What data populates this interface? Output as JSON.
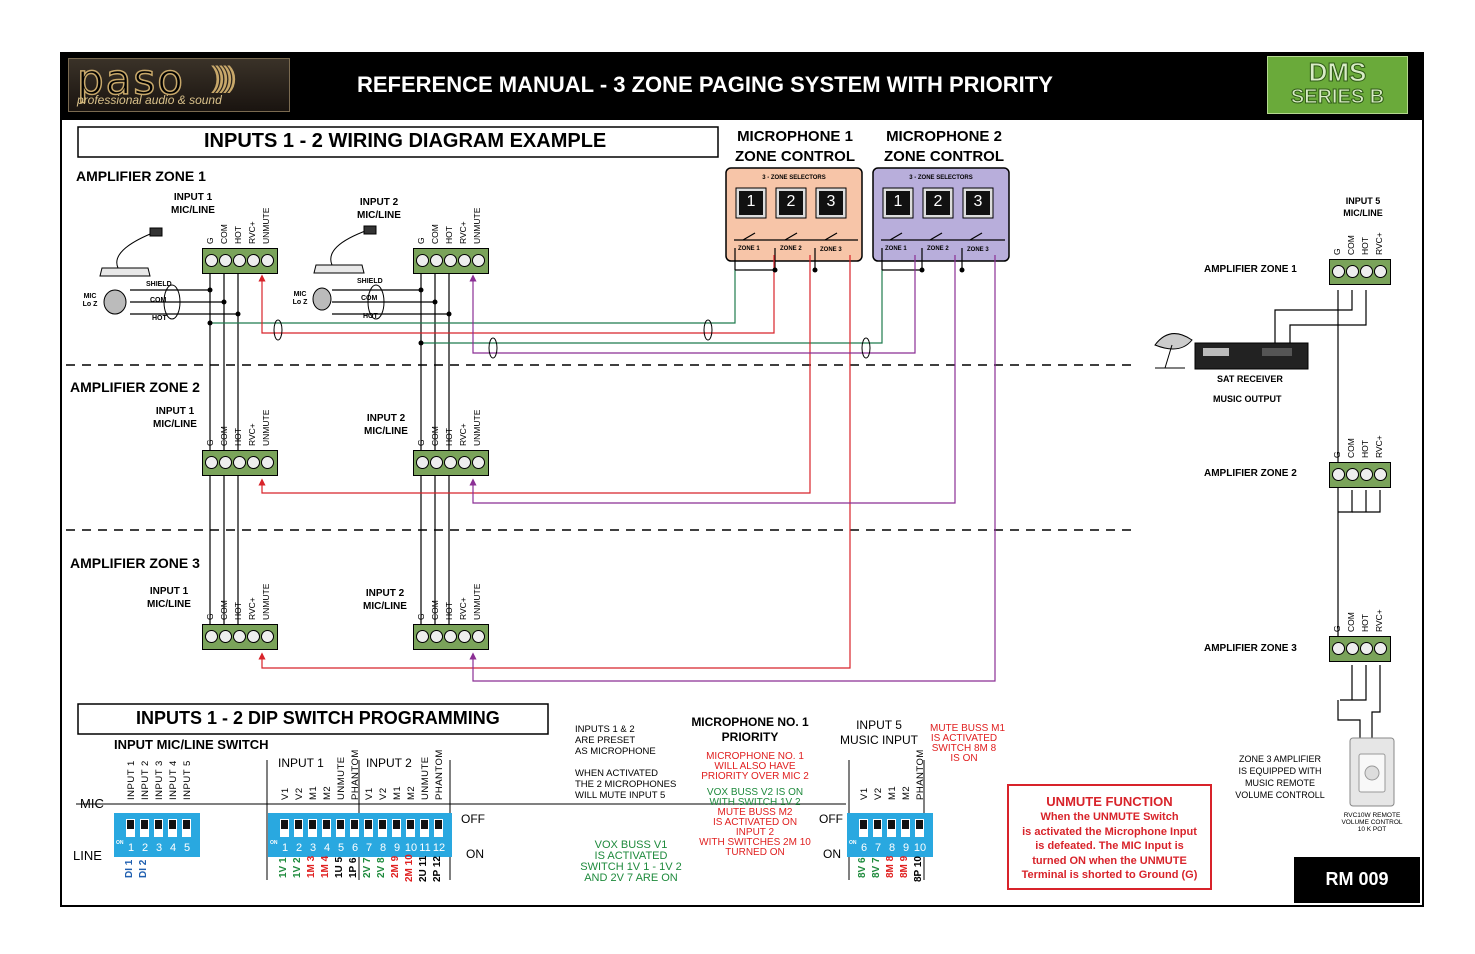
{
  "header": {
    "logo_text": "paso",
    "logo_sub": "professional audio & sound",
    "title": "REFERENCE MANUAL - 3 ZONE PAGING SYSTEM WITH PRIORITY",
    "badge_line1": "DMS",
    "badge_line2": "SERIES B"
  },
  "wiring": {
    "title": "INPUTS 1 - 2 WIRING DIAGRAM EXAMPLE",
    "zone1": "AMPLIFIER ZONE 1",
    "zone2": "AMPLIFIER ZONE 2",
    "zone3": "AMPLIFIER ZONE 3",
    "input1": "INPUT 1",
    "input2": "INPUT 2",
    "mic_line": "MIC/LINE",
    "term_g": "G",
    "term_com": "COM",
    "term_hot": "HOT",
    "term_rvc": "RVC+",
    "term_unmute": "UNMUTE",
    "mic_loz_1": "MIC",
    "mic_loz_2": "Lo Z",
    "shield": "SHIELD",
    "com": "COM",
    "hot": "HOT",
    "mic1_ctrl_1": "MICROPHONE 1",
    "mic1_ctrl_2": "ZONE CONTROL",
    "mic2_ctrl_1": "MICROPHONE 2",
    "mic2_ctrl_2": "ZONE CONTROL",
    "selectors": "3 - ZONE SELECTORS",
    "btn1": "1",
    "btn2": "2",
    "btn3": "3",
    "zone_1": "ZONE 1",
    "zone_2": "ZONE 2",
    "zone_3": "ZONE 3"
  },
  "right": {
    "input5_1": "INPUT 5",
    "input5_2": "MIC/LINE",
    "sat1": "SAT RECEIVER",
    "sat2": "MUSIC OUTPUT",
    "zone3_note": [
      "ZONE 3 AMPLIFIER",
      "IS EQUIPPED WITH",
      "MUSIC REMOTE",
      "VOLUME CONTROLL"
    ],
    "pot": [
      "RVC10W REMOTE",
      "VOLUME CONTROL",
      "10 K POT"
    ]
  },
  "dip": {
    "title": "INPUTS 1 - 2  DIP SWITCH PROGRAMMING",
    "switch_title": "INPUT MIC/LINE SWITCH",
    "mic": "MIC",
    "line": "LINE",
    "off": "OFF",
    "on": "ON",
    "sw1_labels": [
      "INPUT 1",
      "INPUT 2",
      "INPUT 3",
      "INPUT 4",
      "INPUT 5"
    ],
    "sw1_nums": [
      "1",
      "2",
      "3",
      "4",
      "5"
    ],
    "sw1_bottom": [
      "DI 1",
      "DI 2"
    ],
    "sw2_group1": "INPUT 1",
    "sw2_group2": "INPUT 2",
    "sw2_labels": [
      "V1",
      "V2",
      "M1",
      "M2",
      "UNMUTE",
      "PHANTOM",
      "V1",
      "V2",
      "M1",
      "M2",
      "UNMUTE",
      "PHANTOM"
    ],
    "sw2_nums": [
      "1",
      "2",
      "3",
      "4",
      "5",
      "6",
      "7",
      "8",
      "9",
      "10",
      "11",
      "12"
    ],
    "sw2_bottom": [
      "1V 1",
      "1V 2",
      "1M 3",
      "1M 4",
      "1U 5",
      "1P 6",
      "2V 7",
      "2V 8",
      "2M 9",
      "2M 10",
      "2U 11",
      "2P 12"
    ],
    "sw3_labels": [
      "V1",
      "V2",
      "M1",
      "M2",
      "PHANTOM"
    ],
    "sw3_nums": [
      "6",
      "7",
      "8",
      "9",
      "10"
    ],
    "sw3_bottom": [
      "8V 6",
      "8V 7",
      "8M 8",
      "8M 9",
      "8P 10"
    ],
    "on_mark": "ON"
  },
  "notes": {
    "preset": [
      "INPUTS 1 & 2",
      "ARE PRESET",
      "AS MICROPHONE"
    ],
    "activated": [
      "WHEN ACTIVATED",
      "THE 2 MICROPHONES",
      "WILL MUTE INPUT 5"
    ],
    "vox1": [
      "VOX BUSS V1",
      "IS ACTIVATED",
      "SWITCH 1V 1 - 1V 2",
      "AND 2V 7 ARE ON"
    ],
    "mic1_title": [
      "MICROPHONE NO. 1",
      "PRIORITY"
    ],
    "mic1_red": [
      "MICROPHONE NO. 1",
      "WILL ALSO HAVE",
      "PRIORITY OVER MIC 2"
    ],
    "vox2": [
      "VOX BUSS V2 IS ON",
      "WITH SWITCH 1V 2"
    ],
    "mute_m2": [
      "MUTE BUSS M2",
      "IS ACTIVATED ON",
      "INPUT 2",
      "WITH SWITCHES 2M 10",
      "TURNED ON"
    ],
    "input5_title": [
      "INPUT 5",
      "MUSIC INPUT"
    ],
    "mute_m1": [
      "MUTE BUSS M1",
      "IS ACTIVATED",
      "SWITCH 8M 8",
      "IS ON"
    ],
    "unmute_title": "UNMUTE FUNCTION",
    "unmute_body": [
      "When the UNMUTE Switch",
      "is activated the Microphone Input",
      "is defeated. The MIC Input is",
      "turned ON when the UNMUTE",
      "Terminal is shorted to Ground (G)"
    ],
    "rm": "RM 009"
  },
  "colors": {
    "terminal": "#7aa35a",
    "mic1_panel": "#f7c5a8",
    "mic2_panel": "#b8aedb",
    "dip_blue": "#29a8e0",
    "red_wire": "#d8232a",
    "purple_wire": "#8b2f95",
    "green_wire": "#1e7b4e",
    "green_text": "#1e8a3c",
    "red_text": "#e02020",
    "blue_text": "#1f5fb0",
    "badge": "#6aaa3a"
  }
}
